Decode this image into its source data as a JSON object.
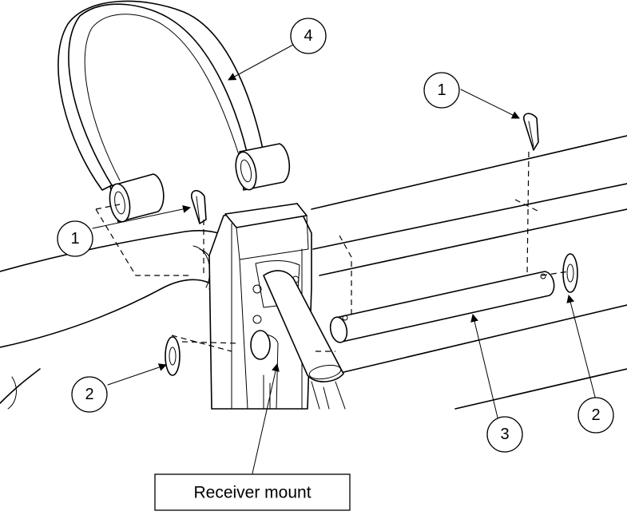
{
  "callouts": [
    {
      "id": "cotter-pin-top-right",
      "label": "1"
    },
    {
      "id": "cotter-pin-left",
      "label": "1"
    },
    {
      "id": "washer-left",
      "label": "2"
    },
    {
      "id": "washer-right",
      "label": "2"
    },
    {
      "id": "pivot-pin",
      "label": "3"
    },
    {
      "id": "u-strap",
      "label": "4"
    }
  ],
  "receiver_label": "Receiver mount",
  "colors": {
    "line": "#000000",
    "background": "#ffffff"
  }
}
